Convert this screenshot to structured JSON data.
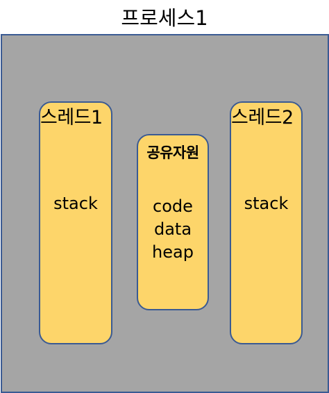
{
  "title": "프로세스1",
  "threads": [
    {
      "label": "스레드1",
      "content": "stack"
    },
    {
      "label": "스레드2",
      "content": "stack"
    }
  ],
  "shared": {
    "label": "공유자원",
    "items": [
      "code",
      "data",
      "heap"
    ]
  },
  "colors": {
    "process_fill": "#a5a5a5",
    "box_fill": "#fdd56a",
    "border": "#3a5a93"
  }
}
